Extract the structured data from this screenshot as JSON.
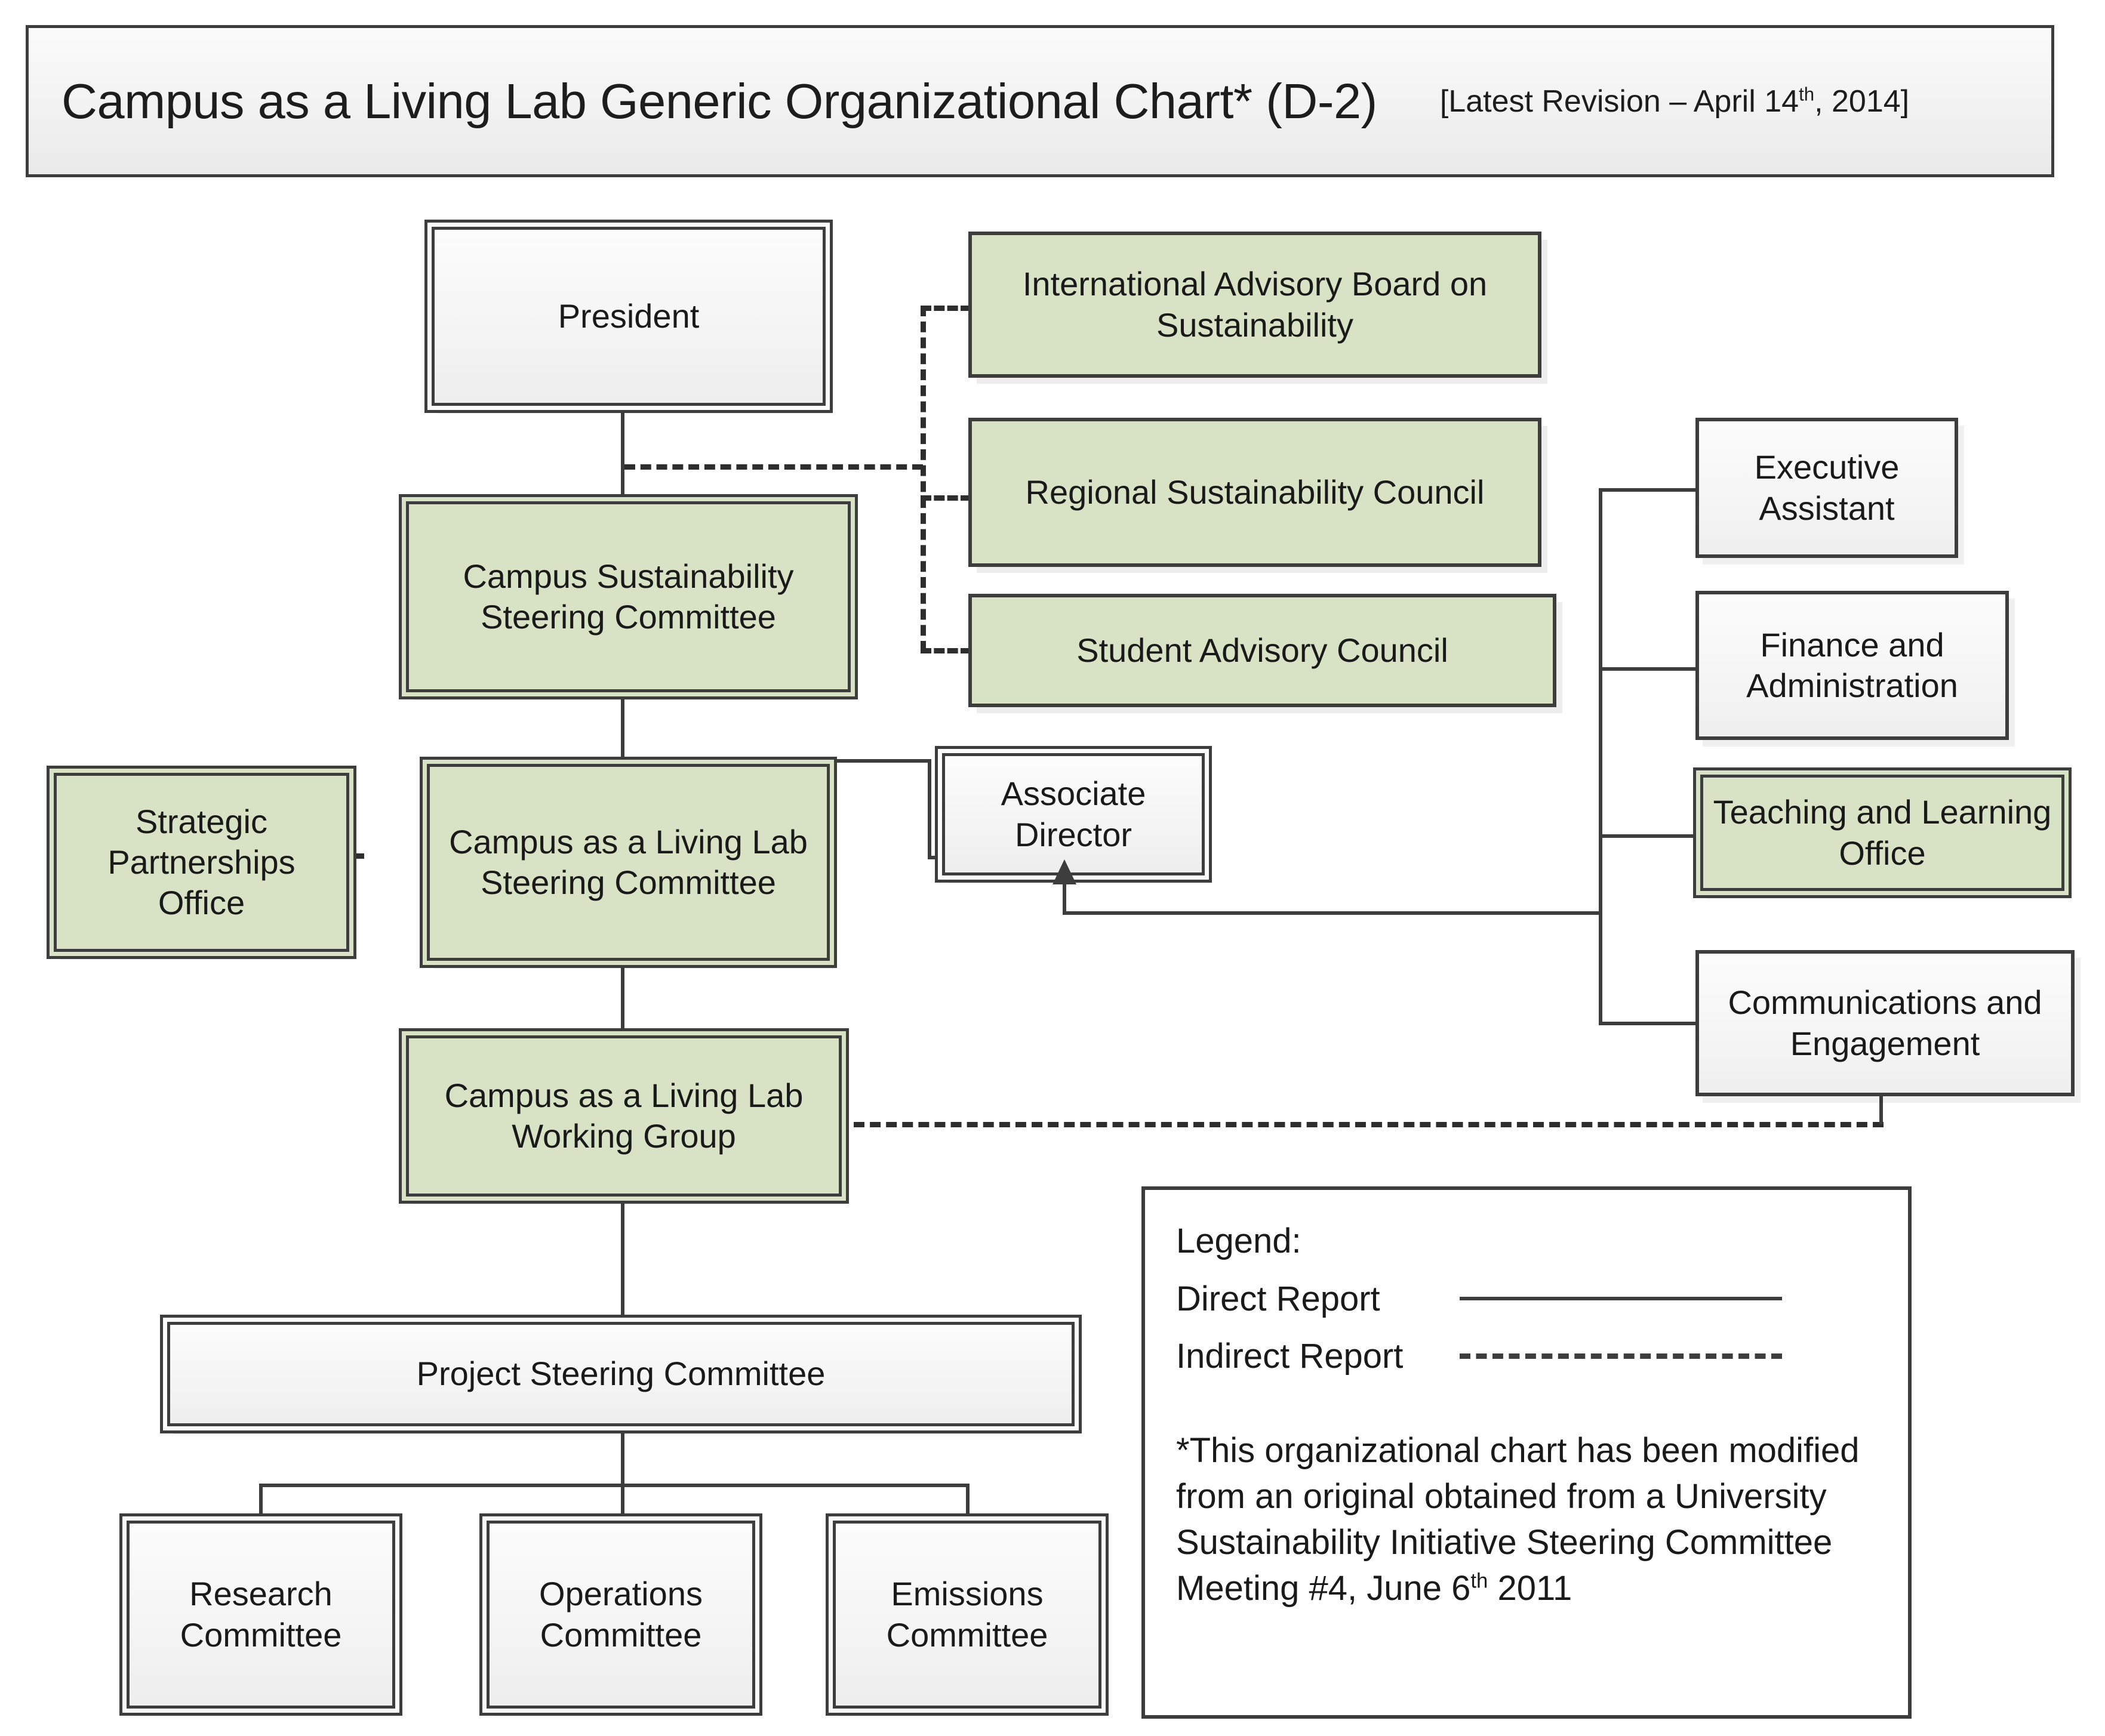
{
  "title": {
    "main": "Campus as a Living Lab Generic Organizational Chart* (D-2)",
    "revision_prefix": "[Latest Revision – April 14",
    "revision_sup": "th",
    "revision_suffix": ", 2014]"
  },
  "nodes": {
    "president": "President",
    "international_advisory_board": "International Advisory Board on Sustainability",
    "regional_sustainability_council": "Regional Sustainability Council",
    "student_advisory_council": "Student Advisory Council",
    "campus_sustainability_steering_committee": "Campus Sustainability Steering Committee",
    "strategic_partnerships_office": "Strategic Partnerships Office",
    "call_steering_committee": "Campus as a Living Lab Steering Committee",
    "associate_director": "Associate Director",
    "call_working_group": "Campus as a Living Lab Working Group",
    "project_steering_committee": "Project Steering Committee",
    "research_committee": "Research Committee",
    "operations_committee": "Operations Committee",
    "emissions_committee": "Emissions Committee",
    "executive_assistant": "Executive Assistant",
    "finance_and_administration": "Finance and Administration",
    "teaching_and_learning_office": "Teaching and Learning Office",
    "communications_and_engagement": "Communications and Engagement"
  },
  "legend": {
    "heading": "Legend:",
    "direct_label": "Direct Report",
    "indirect_label": "Indirect Report",
    "note_prefix": "*This organizational chart has been modified from an original obtained from a University Sustainability Initiative Steering Committee Meeting #4, June 6",
    "note_sup": "th",
    "note_suffix": " 2011"
  },
  "colors": {
    "green_fill": "#d8e2c4",
    "border": "#3d3d3d",
    "white_fill": "#f5f5f5",
    "text": "#1a1a1a"
  }
}
